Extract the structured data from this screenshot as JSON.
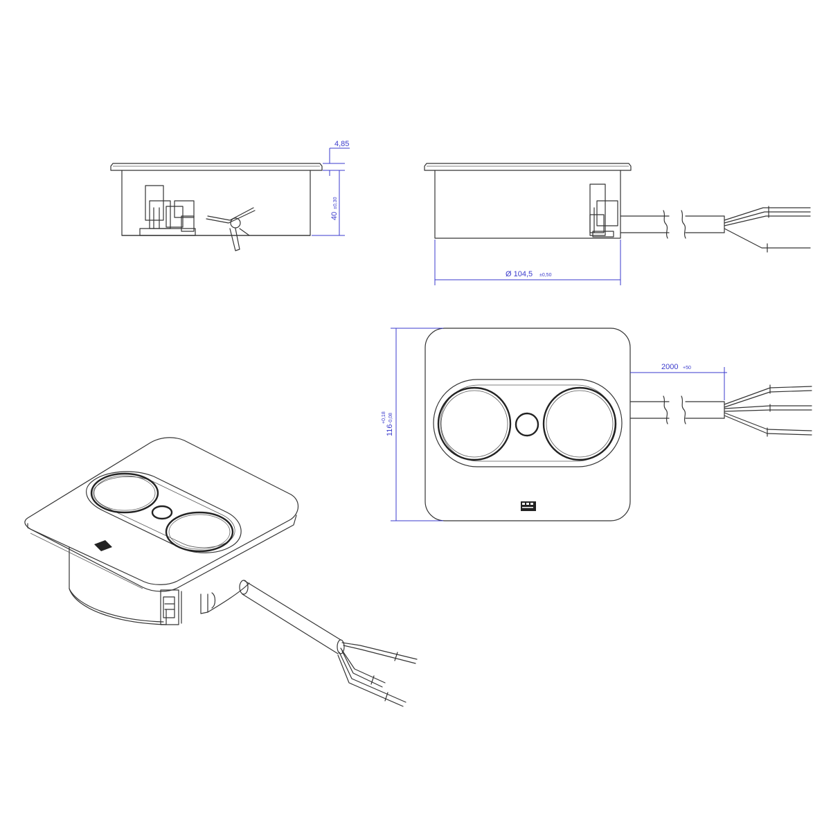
{
  "colors": {
    "line": "#333333",
    "dimension": "#3a3acc",
    "background": "#ffffff"
  },
  "dimensions": {
    "plate_thickness": {
      "value": "4,85"
    },
    "depth": {
      "value": "40",
      "tolerance": "±0,30"
    },
    "diameter": {
      "value": "Ø 104,5",
      "tolerance": "±0,50"
    },
    "cable_length": {
      "value": "2000",
      "tolerance": "+50"
    },
    "height": {
      "value": "116",
      "tolerance_upper": "+0,18",
      "tolerance_lower": "-0,08"
    }
  },
  "views": {
    "side_front": {
      "name": "side-view-front"
    },
    "side_right": {
      "name": "side-view-right"
    },
    "top": {
      "name": "top-view"
    },
    "isometric": {
      "name": "isometric-view"
    }
  }
}
